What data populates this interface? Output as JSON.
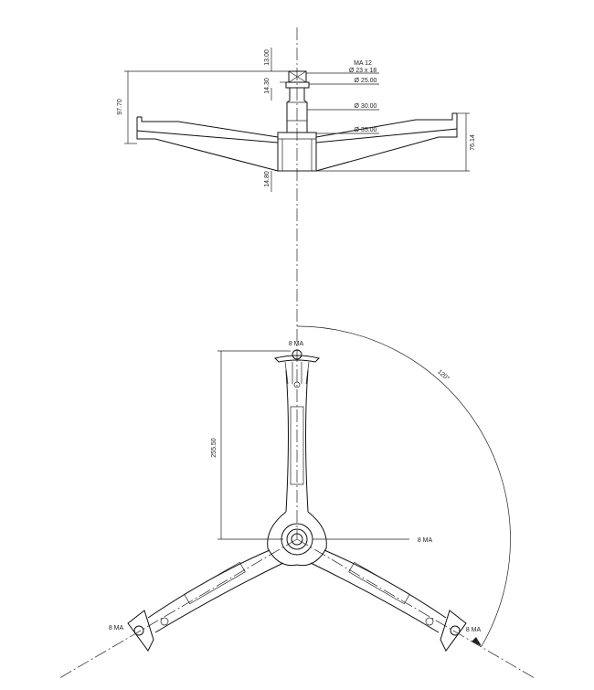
{
  "side_view": {
    "dim_thread": "MA 12",
    "dim_hex": "Ø 23 x 18",
    "dim_d25": "Ø 25.00",
    "dim_d30": "Ø 30.00",
    "dim_d35": "Ø 35.00",
    "dim_top": "13.00",
    "dim_mid": "14.30",
    "dim_bottom": "14.80",
    "dim_total_height": "97.70",
    "dim_arm_height": "76.14"
  },
  "top_view": {
    "angle_label": "120°",
    "arm_length_label": "255.50",
    "bolt_top": "8 MA",
    "bolt_center": "8 MA",
    "bolt_left": "8 MA",
    "bolt_right": "8 MA"
  },
  "colors": {
    "line": "#222222",
    "background": "#ffffff"
  }
}
